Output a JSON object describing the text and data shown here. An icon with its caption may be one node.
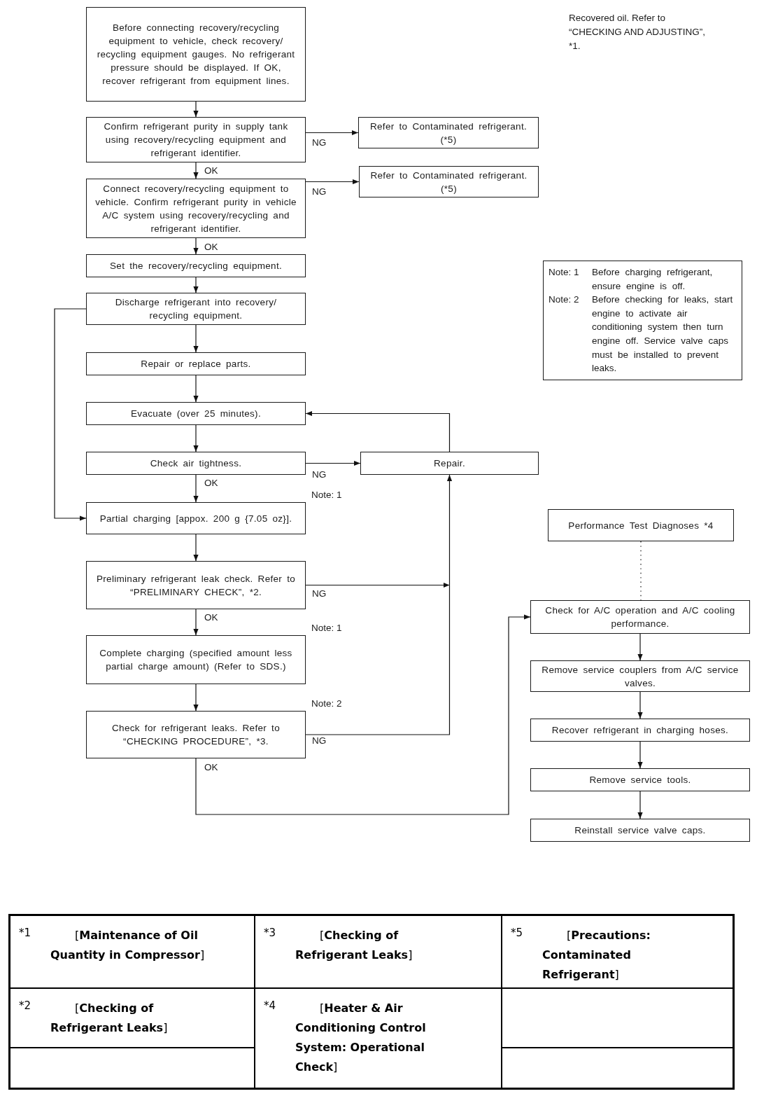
{
  "diagram": {
    "nodes": [
      {
        "text": [
          "Before connecting recovery/recycling equipment to vehicle, check recovery/ recycling equipment gauges. No refrigerant pressure should be displayed. If OK, recover refrigerant from equipment lines."
        ]
      },
      {
        "text": [
          "Confirm refrigerant purity in supply tank using recovery/recycling equipment and refrigerant identifier."
        ]
      },
      {
        "text": [
          "Refer to Contaminated refrigerant. (*5)"
        ]
      },
      {
        "text": [
          "Connect recovery/recycling equipment to vehicle. Confirm refrigerant purity in vehicle A/C system using recovery/recycling and refrigerant identifier."
        ]
      },
      {
        "text": [
          "Refer to Contaminated refrigerant. (*5)"
        ]
      },
      {
        "text": [
          "Set the recovery/recycling equipment."
        ]
      },
      {
        "text": [
          "Discharge refrigerant into recovery/ recycling equipment."
        ]
      },
      {
        "text": [
          "Repair or replace parts."
        ]
      },
      {
        "text": [
          "Evacuate (over 25 minutes)."
        ]
      },
      {
        "text": [
          "Check air tightness."
        ]
      },
      {
        "text": [
          "Repair."
        ]
      },
      {
        "text": [
          "Partial charging [appox. 200 g {7.05 oz}]."
        ],
        "beside": [
          "Note: 1"
        ]
      },
      {
        "text": [
          "Preliminary refrigerant leak check. Refer to “PRELIMINARY CHECK”, *2."
        ]
      },
      {
        "text": [
          "Complete charging (specified amount less partial charge amount) (Refer to SDS.)"
        ],
        "beside": [
          "Note: 1"
        ]
      },
      {
        "text": [
          "Check for refrigerant leaks. Refer to “CHECKING PROCEDURE”, *3."
        ],
        "beside": [
          "Note: 2"
        ]
      },
      {
        "text": [
          "Performance Test Diagnoses *4"
        ]
      },
      {
        "text": [
          "Check for A/C operation and A/C cooling performance."
        ]
      },
      {
        "text": [
          "Remove service couplers from A/C service valves."
        ]
      },
      {
        "text": [
          "Recover refrigerant in charging hoses."
        ]
      },
      {
        "text": [
          "Remove service tools."
        ]
      },
      {
        "text": [
          "Reinstall service valve caps."
        ]
      },
      {
        "text": [
          "Note: 1",
          "Before charging refrigerant, ensure engine is off.",
          "Note: 2",
          "Before checking for leaks, start engine to activate air conditioning system then turn engine off. Service valve caps must be installed to prevent leaks."
        ]
      }
    ],
    "edges": [
      {
        "from": 0,
        "to": 1,
        "arrow": "to"
      },
      {
        "from": 1,
        "to": 2,
        "arrow": "to",
        "label": "NG"
      },
      {
        "from": 1,
        "to": 3,
        "arrow": "to",
        "label": "OK"
      },
      {
        "from": 3,
        "to": 4,
        "arrow": "to",
        "label": "NG"
      },
      {
        "from": 3,
        "to": 5,
        "arrow": "to",
        "label": "OK"
      },
      {
        "from": 5,
        "to": 6,
        "arrow": "to"
      },
      {
        "from": 6,
        "to": 7,
        "arrow": "to"
      },
      {
        "from": 6,
        "to": 11,
        "arrow": "to"
      },
      {
        "from": 7,
        "to": 8,
        "arrow": "to"
      },
      {
        "from": 8,
        "to": 9,
        "arrow": "to"
      },
      {
        "from": 9,
        "to": 10,
        "arrow": "to",
        "label": "NG"
      },
      {
        "from": 9,
        "to": 11,
        "arrow": "to",
        "label": "OK"
      },
      {
        "from": 10,
        "to": 8,
        "arrow": "to"
      },
      {
        "from": 11,
        "to": 12,
        "arrow": "to"
      },
      {
        "from": 12,
        "to": 10,
        "arrow": "to",
        "label": "NG"
      },
      {
        "from": 12,
        "to": 13,
        "arrow": "to",
        "label": "OK"
      },
      {
        "from": 13,
        "to": 14,
        "arrow": "to"
      },
      {
        "from": 14,
        "to": 10,
        "arrow": "to",
        "label": "NG"
      },
      {
        "from": 14,
        "to": 16,
        "arrow": "to",
        "label": "OK"
      },
      {
        "from": 15,
        "to": 16,
        "arrow": "none",
        "style": "dashed"
      },
      {
        "from": 16,
        "to": 17,
        "arrow": "to"
      },
      {
        "from": 17,
        "to": 18,
        "arrow": "to"
      },
      {
        "from": 18,
        "to": 19,
        "arrow": "to"
      },
      {
        "from": 19,
        "to": 20,
        "arrow": "to"
      }
    ],
    "labels": [
      "Recovered oil. Refer to “CHECKING AND ADJUSTING”, *1.",
      "*1",
      "[**Maintenance of Oil Quantity in Compressor**]",
      "*3",
      "[**Checking of Refrigerant Leaks**]",
      "*5",
      "[**Precautions: Contaminated Refrigerant**]",
      "*2",
      "[**Checking of Refrigerant Leaks**]",
      "*4",
      "[**Heater & Air Conditioning Control System: Operational Check**]"
    ]
  }
}
